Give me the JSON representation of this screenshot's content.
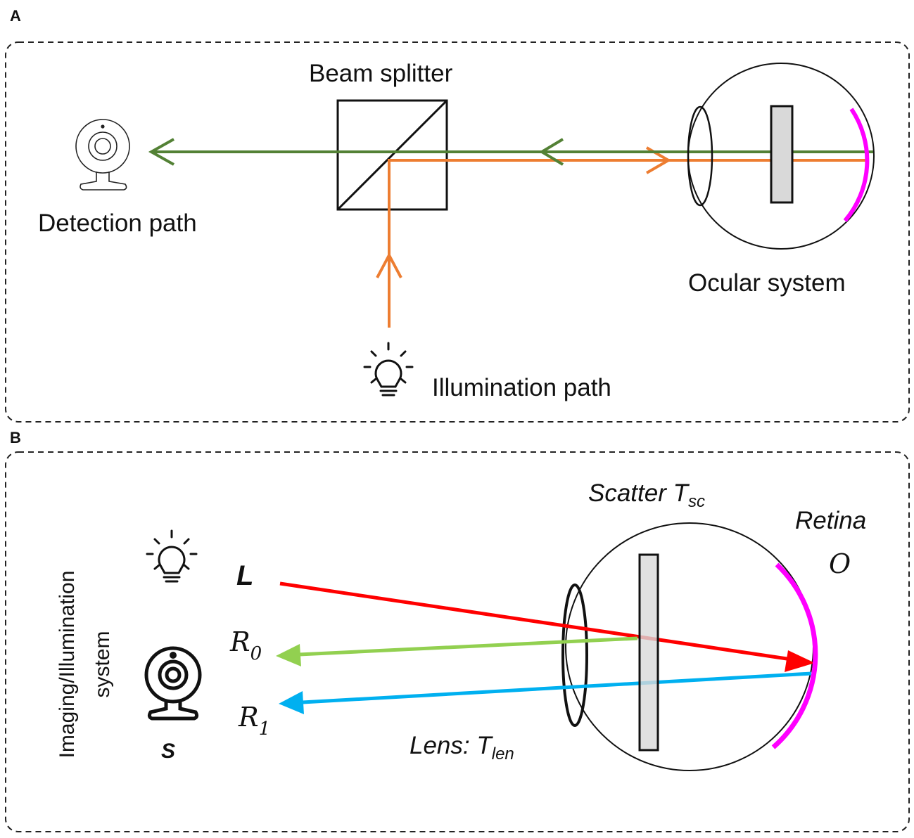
{
  "panel_a": {
    "letter": "A",
    "beam_splitter_label": "Beam splitter",
    "detection_label": "Detection path",
    "ocular_label": "Ocular system",
    "illumination_label": "Illumination path"
  },
  "panel_b": {
    "letter": "B",
    "system_label_line1": "Imaging/Illumination",
    "system_label_line2": "system",
    "source_label": "L",
    "sensor_label": "S",
    "scatter_label": "Scatter T",
    "scatter_sub": "sc",
    "retina_label": "Retina",
    "retina_symbol": "O",
    "lens_label": "Lens: T",
    "lens_sub": "len",
    "r0_label": "R",
    "r0_sub": "0",
    "r1_label": "R",
    "r1_sub": "1"
  },
  "colors": {
    "detection_beam": "#538135",
    "illumination_beam": "#ED7D31",
    "retina": "#FF00FF",
    "incident_ray": "#FF0000",
    "r0_ray": "#92D050",
    "r1_ray": "#00B0F0",
    "scatter_fill": "#D9D9D9"
  }
}
